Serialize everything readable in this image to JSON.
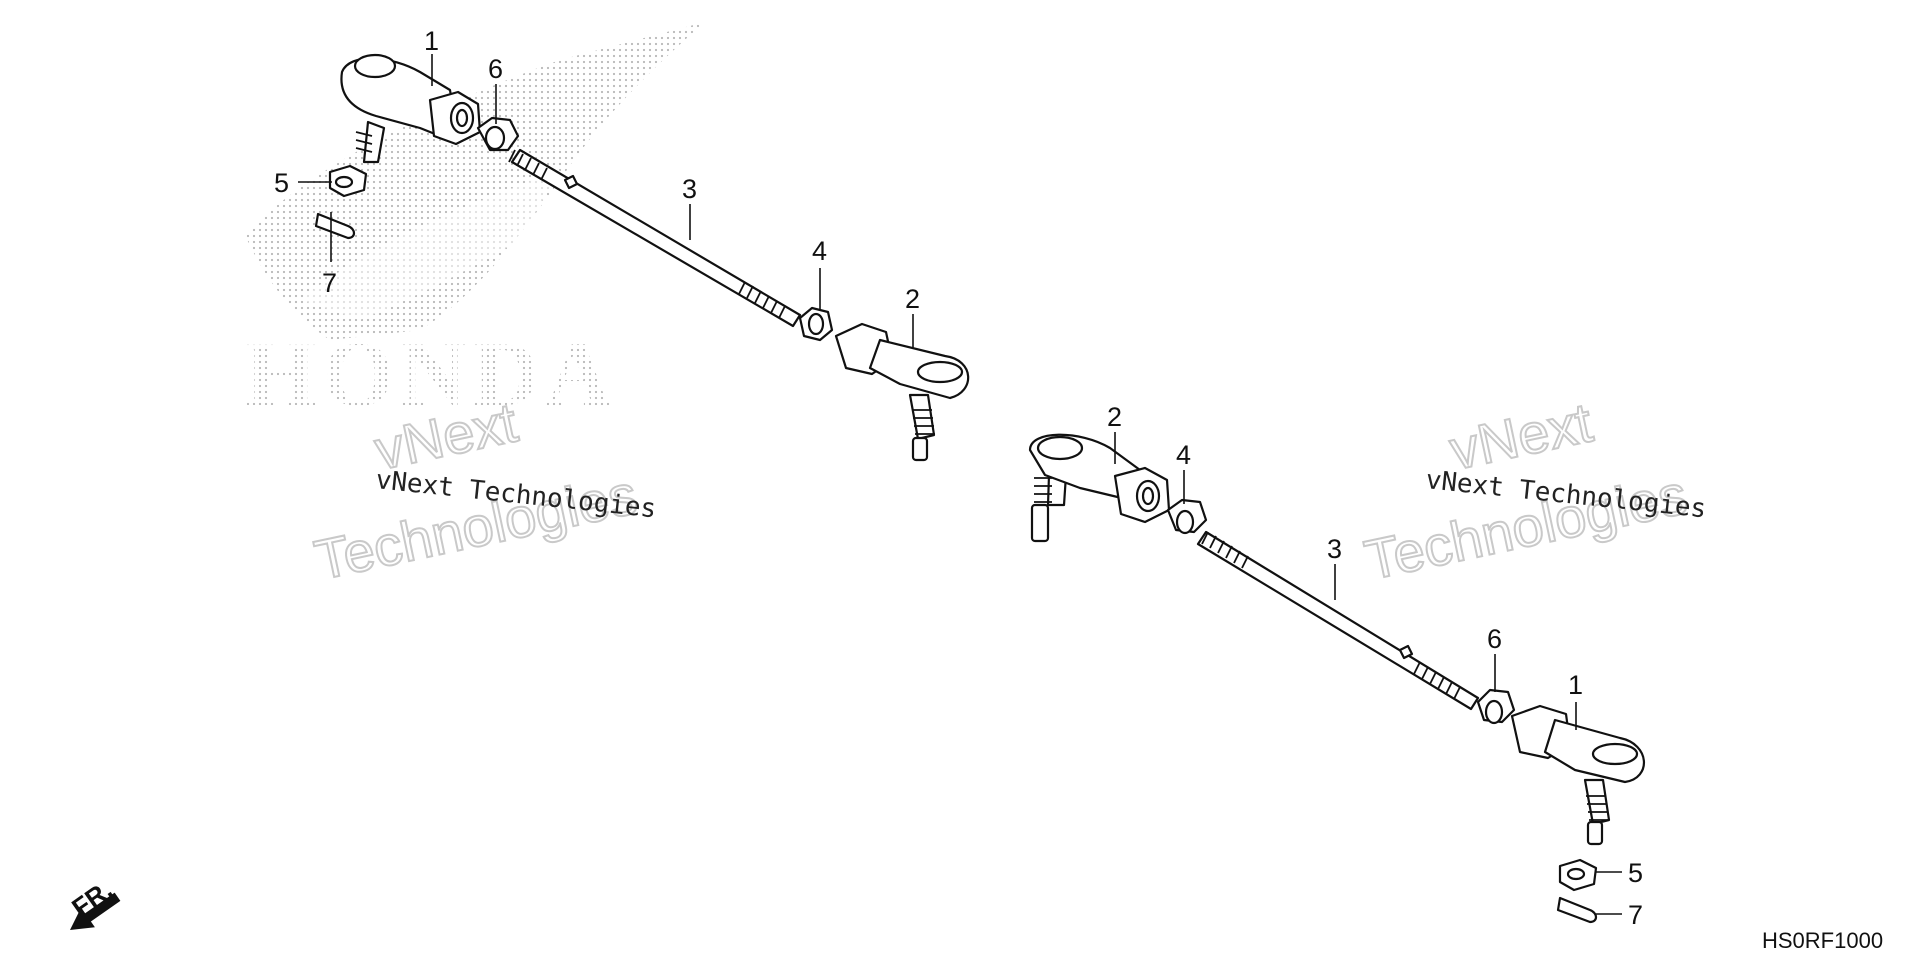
{
  "diagram": {
    "part_code": "HS0RF1000",
    "direction_label": "FR.",
    "brand_watermark": "HONDA",
    "watermark_small": "vNext Technologies",
    "watermark_large_line1": "vNext",
    "watermark_large_line2": "Technologies"
  },
  "callouts": {
    "left": {
      "c1": "1",
      "c2": "2",
      "c3": "3",
      "c4": "4",
      "c5": "5",
      "c6": "6",
      "c7": "7"
    },
    "right": {
      "c1": "1",
      "c2": "2",
      "c3": "3",
      "c4": "4",
      "c5": "5",
      "c6": "6",
      "c7": "7"
    }
  }
}
